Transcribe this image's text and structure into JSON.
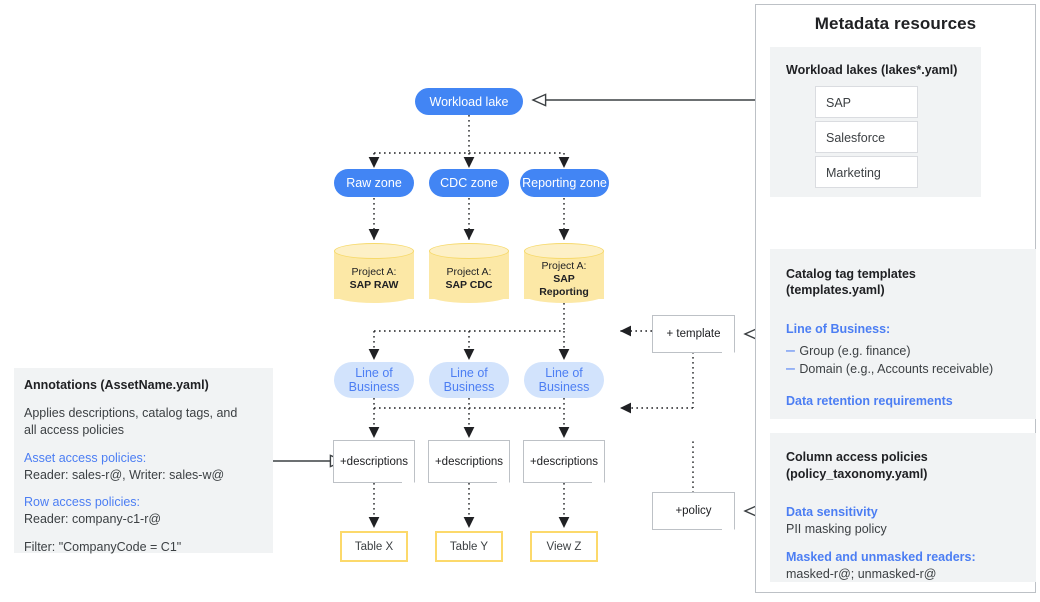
{
  "metadata_panel": {
    "title": "Metadata resources",
    "lakes_card": {
      "heading": "Workload lakes (lakes*.yaml)",
      "items": [
        "SAP",
        "Salesforce",
        "Marketing"
      ]
    },
    "templates_card": {
      "heading_line1": "Catalog tag templates",
      "heading_line2": "(templates.yaml)",
      "accent1": "Line of Business:",
      "bullets": [
        "Group (e.g. finance)",
        "Domain (e.g., Accounts receivable)"
      ],
      "accent2": "Data retention requirements"
    },
    "policies_card": {
      "heading_line1": "Column access policies",
      "heading_line2": "(policy_taxonomy.yaml)",
      "accent1": "Data sensitivity",
      "text1": "PII masking policy",
      "accent2": "Masked and unmasked readers:",
      "text2": "masked-r@; unmasked-r@"
    }
  },
  "annotations_panel": {
    "heading": "Annotations (AssetName.yaml)",
    "desc_line1": "Applies descriptions, catalog tags, and",
    "desc_line2": "all access policies",
    "asset_accent": "Asset access policies:",
    "asset_text": "Reader: sales-r@, Writer: sales-w@",
    "row_accent": "Row access policies:",
    "row_text": "Reader: company-c1-r@",
    "filter_text": "Filter: \"CompanyCode = C1\""
  },
  "flow": {
    "workload_lake": "Workload lake",
    "zones": [
      "Raw zone",
      "CDC zone",
      "Reporting zone"
    ],
    "projects": [
      {
        "line1": "Project A:",
        "line2": "SAP RAW"
      },
      {
        "line1": "Project A:",
        "line2": "SAP CDC"
      },
      {
        "line1": "Project A:",
        "line2": "SAP",
        "line3": "Reporting"
      }
    ],
    "lob": [
      "Line of Business",
      "Line of Business",
      "Line of Business"
    ],
    "descriptions": [
      "+descriptions",
      "+descriptions",
      "+descriptions"
    ],
    "assets": [
      "Table X",
      "Table Y",
      "View Z"
    ],
    "template_note": "+ template",
    "policy_note": "+policy"
  },
  "colors": {
    "blue": "#4285f4",
    "light_blue": "#d2e3fc",
    "accent_text": "#4c7ef3",
    "yellow": "#fcd96b",
    "cylinder": "#fce8a6",
    "card_gray": "#f1f3f4",
    "border": "#bdc1c6"
  }
}
